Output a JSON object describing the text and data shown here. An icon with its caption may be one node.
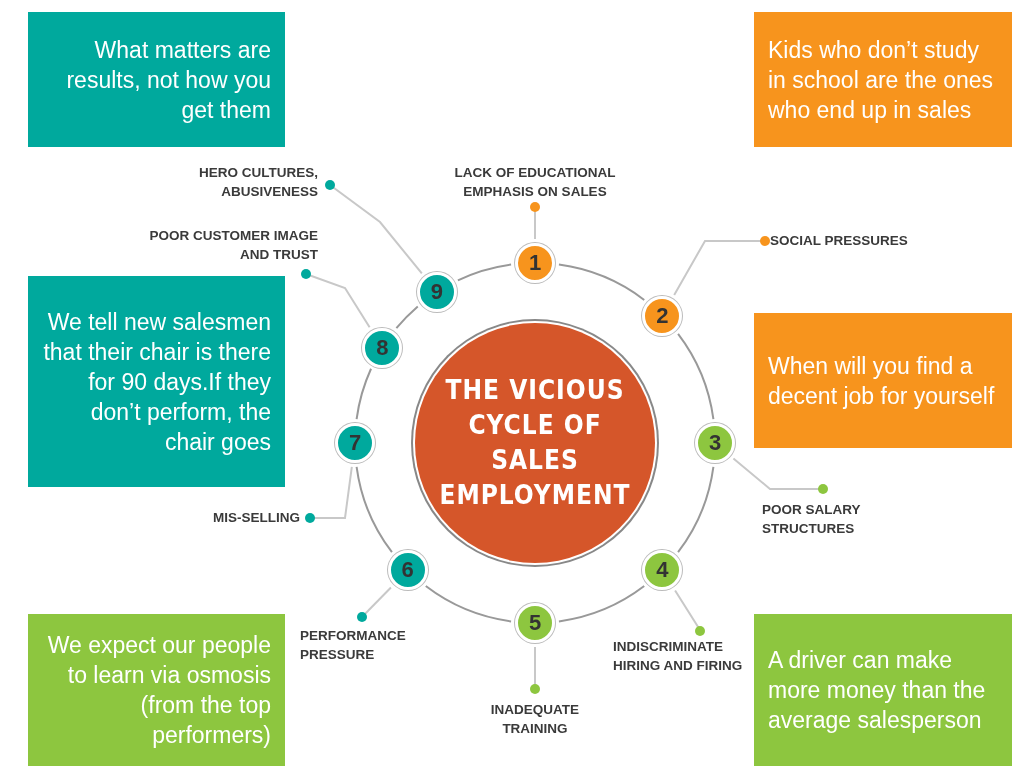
{
  "diagram": {
    "nodes": [
      {
        "text": [
          "THE VICIOUS CYCLE OF SALES EMPLOYMENT"
        ]
      },
      {
        "text": [
          "1"
        ]
      },
      {
        "text": [
          "2"
        ]
      },
      {
        "text": [
          "3"
        ]
      },
      {
        "text": [
          "4"
        ]
      },
      {
        "text": [
          "5"
        ]
      },
      {
        "text": [
          "6"
        ]
      },
      {
        "text": [
          "7"
        ]
      },
      {
        "text": [
          "8"
        ]
      },
      {
        "text": [
          "9"
        ]
      },
      {
        "text": [
          "LACK OF EDUCATIONAL EMPHASIS ON SALES"
        ]
      },
      {
        "text": [
          "SOCIAL PRESSURES"
        ]
      },
      {
        "text": [
          "POOR SALARY STRUCTURES"
        ]
      },
      {
        "text": [
          "INDISCRIMINATE HIRING AND FIRING"
        ]
      },
      {
        "text": [
          "INADEQUATE TRAINING"
        ]
      },
      {
        "text": [
          "PERFORMANCE PRESSURE"
        ]
      },
      {
        "text": [
          "MIS-SELLING"
        ]
      },
      {
        "text": [
          "POOR CUSTOMER IMAGE AND TRUST"
        ]
      },
      {
        "text": [
          "HERO CULTURES, ABUSIVENESS"
        ]
      },
      {
        "text": [
          "What matters are results, not how you get them"
        ]
      },
      {
        "text": [
          "Kids who don’t study in school are the ones who end up in sales"
        ]
      },
      {
        "text": [
          "We tell new salesmen that their chair is there for 90 days.If they don’t perform, the chair goes"
        ]
      },
      {
        "text": [
          "When will you find a decent job for yourself"
        ]
      },
      {
        "text": [
          "We expect our people to learn via osmosis (from the top performers)"
        ]
      },
      {
        "text": [
          "A driver can make more money than the average salesperson"
        ]
      }
    ],
    "edges": [
      {
        "from": 1,
        "to": 2,
        "arrow": "none"
      },
      {
        "from": 2,
        "to": 3,
        "arrow": "none"
      },
      {
        "from": 3,
        "to": 4,
        "arrow": "none"
      },
      {
        "from": 4,
        "to": 5,
        "arrow": "none"
      },
      {
        "from": 5,
        "to": 6,
        "arrow": "none"
      },
      {
        "from": 6,
        "to": 7,
        "arrow": "none"
      },
      {
        "from": 7,
        "to": 8,
        "arrow": "none"
      },
      {
        "from": 8,
        "to": 9,
        "arrow": "none"
      },
      {
        "from": 9,
        "to": 1,
        "arrow": "none"
      },
      {
        "from": 1,
        "to": 10,
        "arrow": "other"
      },
      {
        "from": 2,
        "to": 11,
        "arrow": "other"
      },
      {
        "from": 3,
        "to": 12,
        "arrow": "other"
      },
      {
        "from": 4,
        "to": 13,
        "arrow": "other"
      },
      {
        "from": 5,
        "to": 14,
        "arrow": "other"
      },
      {
        "from": 6,
        "to": 15,
        "arrow": "other"
      },
      {
        "from": 7,
        "to": 16,
        "arrow": "other"
      },
      {
        "from": 8,
        "to": 17,
        "arrow": "other"
      },
      {
        "from": 9,
        "to": 18,
        "arrow": "other"
      }
    ]
  }
}
